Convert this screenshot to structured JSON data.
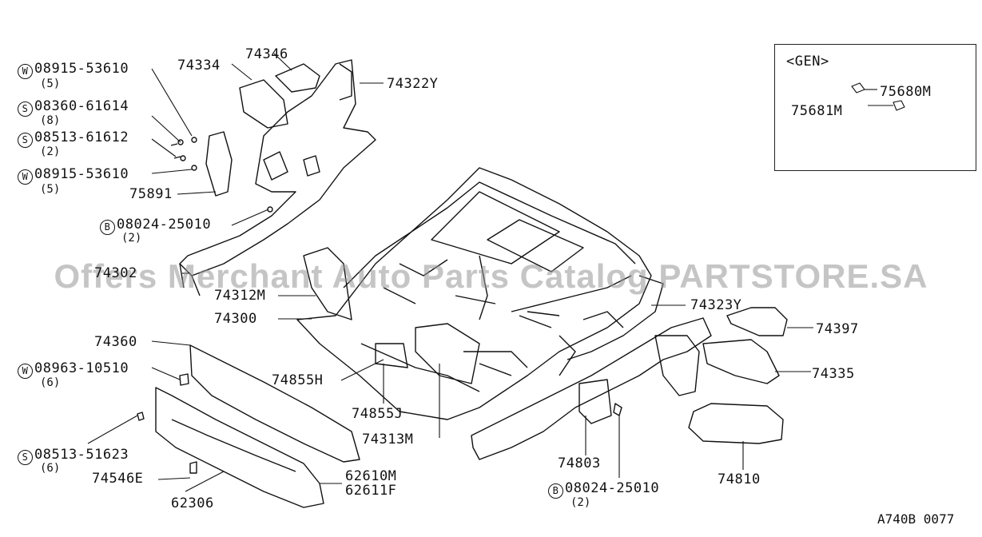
{
  "watermark": "Offers Merchant Auto Parts Catalog PARTSTORE.SA",
  "reference_code": "A740B 0077",
  "inset": {
    "title": "<GEN>",
    "parts": [
      "75680M",
      "75681M"
    ]
  },
  "callouts": {
    "p74346": "74346",
    "p74334": "74334",
    "p74322y": "74322Y",
    "w1_prefix": "W",
    "w1_num": "08915-53610",
    "w1_qty": "(5)",
    "s1_prefix": "S",
    "s1_num": "08360-61614",
    "s1_qty": "(8)",
    "s2_prefix": "S",
    "s2_num": "08513-61612",
    "s2_qty": "(2)",
    "w2_prefix": "W",
    "w2_num": "08915-53610",
    "w2_qty": "(5)",
    "p75891": "75891",
    "b1_prefix": "B",
    "b1_num": "08024-25010",
    "b1_qty": "(2)",
    "p74302": "74302",
    "p74312m": "74312M",
    "p74300": "74300",
    "p74323y": "74323Y",
    "p74397": "74397",
    "p74335": "74335",
    "p74360": "74360",
    "w3_prefix": "W",
    "w3_num": "08963-10510",
    "w3_qty": "(6)",
    "p74855h": "74855H",
    "p74855j": "74855J",
    "p74313m": "74313M",
    "s3_prefix": "S",
    "s3_num": "08513-51623",
    "s3_qty": "(6)",
    "p74546e": "74546E",
    "p62610m": "62610M",
    "p62611f": "62611F",
    "p62306": "62306",
    "p74803": "74803",
    "b2_prefix": "B",
    "b2_num": "08024-25010",
    "b2_qty": "(2)",
    "p74810": "74810"
  }
}
